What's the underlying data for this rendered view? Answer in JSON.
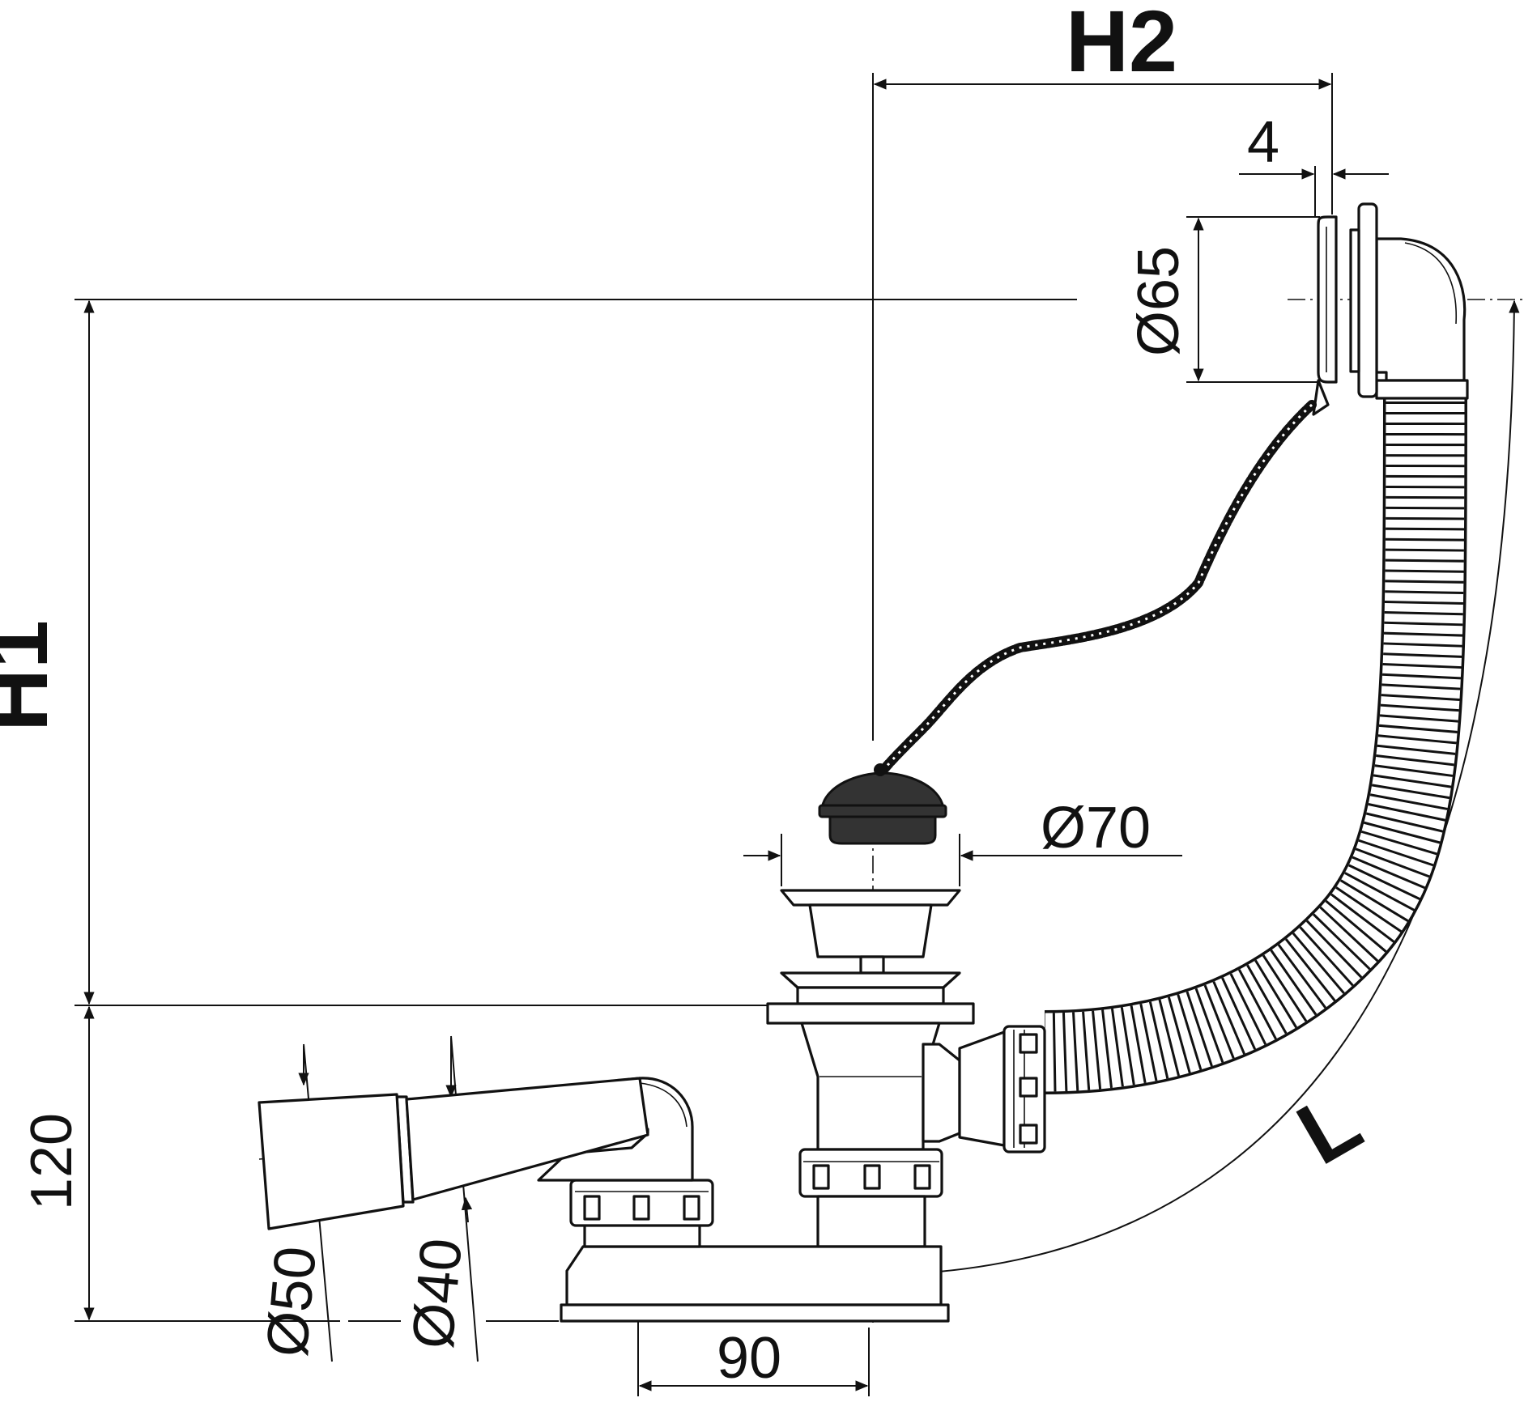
{
  "dimensions": {
    "h2": "H2",
    "h1": "H1",
    "l": "L",
    "d65": "Ø65",
    "d70": "Ø70",
    "d50": "Ø50",
    "d40": "Ø40",
    "four": "4",
    "height120": "120",
    "offset90": "90"
  },
  "colors": {
    "line": "#111111",
    "background": "#ffffff"
  }
}
